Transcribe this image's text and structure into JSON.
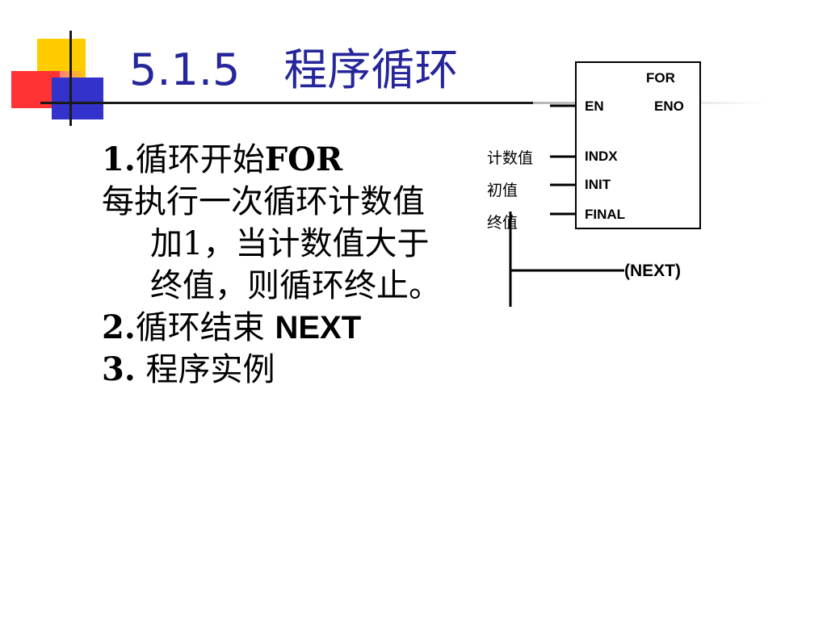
{
  "slide": {
    "title": "5.1.5　程序循环",
    "bullets": [
      {
        "num": "1.",
        "text": "循环开始",
        "keyword": "FOR"
      },
      {
        "line1": "每执行一次循环计数值",
        "line2": "加1，当计数值大于",
        "line3": "终值，则循环终止。"
      },
      {
        "num": "2.",
        "text": "循环结束 ",
        "keyword": "NEXT"
      },
      {
        "num": "3.",
        "text": " 程序实例"
      }
    ]
  },
  "diagram": {
    "box_title": "FOR",
    "en": "EN",
    "eno": "ENO",
    "indx": "INDX",
    "init": "INIT",
    "final": "FINAL",
    "count_label": "计数值",
    "init_label": "初值",
    "final_label": "终值",
    "next": "(NEXT)"
  },
  "colors": {
    "title": "#26269c",
    "yellow": "#ffcc00",
    "red": "#ff3333",
    "blue": "#3333cc"
  }
}
